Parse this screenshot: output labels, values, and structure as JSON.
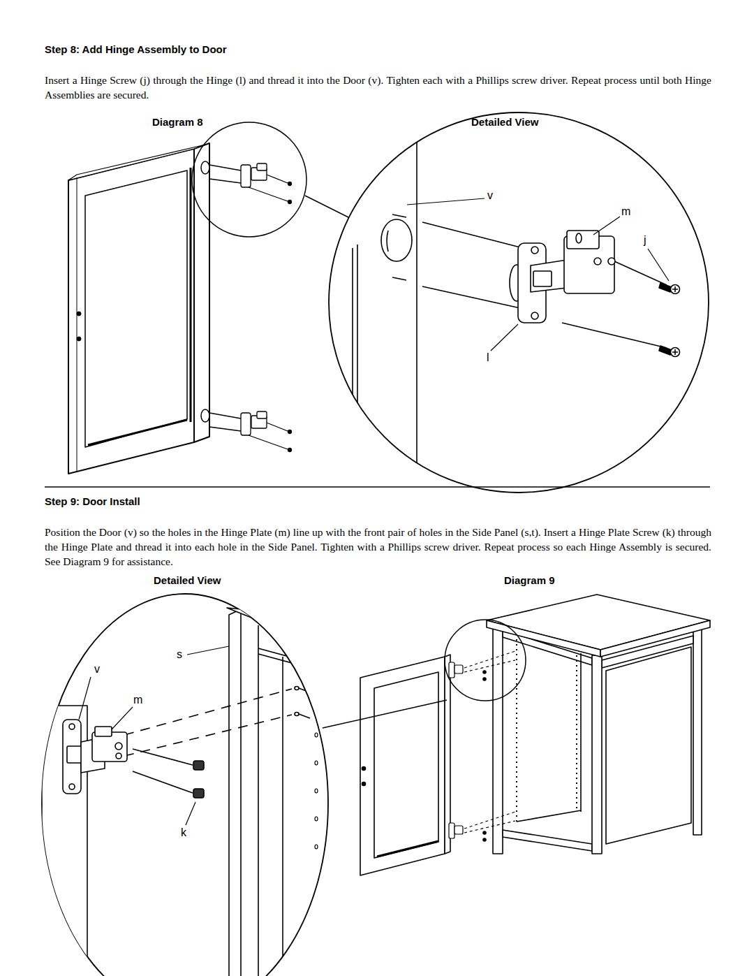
{
  "diagram": {
    "labels": [
      "Step 8: Add Hinge Assembly to Door",
      "Insert a Hinge Screw (j) through the Hinge (l) and thread it into the Door (v). Tighten each with a Phillips screw driver. Repeat process until both Hinge Assemblies are secured.",
      "Diagram 8",
      "Detailed View",
      "v",
      "m",
      "j",
      "l",
      "Step 9: Door Install",
      "Position the Door (v) so the holes in the Hinge Plate (m) line up with the front pair of holes in the Side Panel (s,t). Insert a Hinge Plate Screw (k) through the Hinge Plate and thread it into each hole in the Side Panel. Tighten with a Phillips screw driver. Repeat process so each Hinge Assembly is secured. See Diagram 9 for assistance.",
      "Detailed View",
      "Diagram 9",
      "s",
      "v",
      "m",
      "k"
    ]
  }
}
